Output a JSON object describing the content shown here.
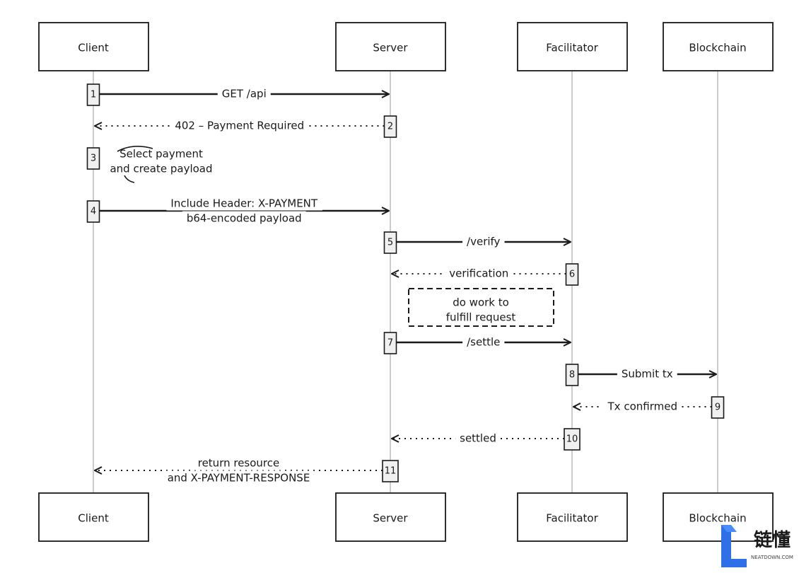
{
  "participants": [
    {
      "id": "client",
      "top_label": "Client",
      "bottom_label": "Client"
    },
    {
      "id": "server",
      "top_label": "Server",
      "bottom_label": "Server"
    },
    {
      "id": "facilitator",
      "top_label": "Facilitator",
      "bottom_label": "Facilitator"
    },
    {
      "id": "blockchain",
      "top_label": "Blockchain",
      "bottom_label": "Blockchain"
    }
  ],
  "steps": [
    {
      "num": "1",
      "from": "client",
      "to": "server",
      "style": "solid",
      "lines": [
        "GET /api"
      ]
    },
    {
      "num": "2",
      "from": "server",
      "to": "client",
      "style": "dotted",
      "lines": [
        "402 – Payment Required"
      ]
    },
    {
      "num": "3",
      "from": "client",
      "to": "client",
      "style": "self",
      "lines": [
        "Select payment",
        "and create payload"
      ]
    },
    {
      "num": "4",
      "from": "client",
      "to": "server",
      "style": "solid",
      "lines": [
        "Include Header: X-PAYMENT",
        "b64-encoded payload"
      ]
    },
    {
      "num": "5",
      "from": "server",
      "to": "facilitator",
      "style": "solid",
      "lines": [
        "/verify"
      ]
    },
    {
      "num": "6",
      "from": "facilitator",
      "to": "server",
      "style": "dotted",
      "lines": [
        "verification"
      ]
    },
    {
      "num": "7",
      "from": "server",
      "to": "facilitator",
      "style": "solid",
      "lines": [
        "/settle"
      ]
    },
    {
      "num": "8",
      "from": "facilitator",
      "to": "blockchain",
      "style": "solid",
      "lines": [
        "Submit tx"
      ]
    },
    {
      "num": "9",
      "from": "blockchain",
      "to": "facilitator",
      "style": "dotted",
      "lines": [
        "Tx confirmed"
      ]
    },
    {
      "num": "10",
      "from": "facilitator",
      "to": "server",
      "style": "dotted",
      "lines": [
        "settled"
      ]
    },
    {
      "num": "11",
      "from": "server",
      "to": "client",
      "style": "dotted",
      "lines": [
        "return resource",
        "and X-PAYMENT-RESPONSE"
      ]
    }
  ],
  "note": {
    "lines": [
      "do work to",
      "fulfill request"
    ]
  },
  "watermark": {
    "brand": "链懂",
    "site": "NEATDOWN.COM"
  }
}
